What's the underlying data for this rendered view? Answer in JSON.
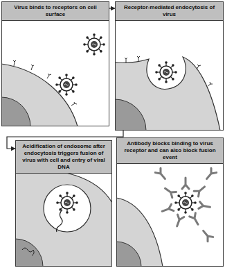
{
  "diagram": {
    "nodes": [
      {
        "text": [
          "Virus binds to receptors on cell surface"
        ]
      },
      {
        "text": [
          "Receptor-mediated endocytosis of virus"
        ]
      },
      {
        "text": [
          "Acidification of endosome after endocytosis triggers fusion of virus with cell and entry of viral DNA"
        ]
      },
      {
        "text": [
          "Antibody blocks binding to virus receptor and can also block fusion event"
        ]
      }
    ],
    "edges": [
      {
        "from": 0,
        "to": 1,
        "arrow": "to"
      },
      {
        "from": 1,
        "to": 2,
        "arrow": "to"
      }
    ]
  }
}
